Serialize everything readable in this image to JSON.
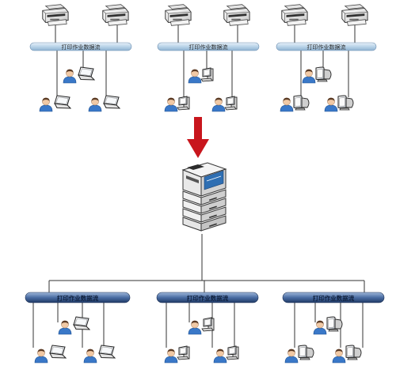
{
  "top_groups": [
    {
      "bus_label": "打印作业数据流",
      "client_type": "laptop"
    },
    {
      "bus_label": "打印作业数据流",
      "client_type": "pc"
    },
    {
      "bus_label": "打印作业数据流",
      "client_type": "crt"
    }
  ],
  "bottom_groups": [
    {
      "bus_label": "打印作业数据流",
      "client_type": "laptop"
    },
    {
      "bus_label": "打印作业数据流",
      "client_type": "pc"
    },
    {
      "bus_label": "打印作业数据流",
      "client_type": "crt"
    }
  ],
  "icons": {
    "small_printer": "printer-icon",
    "central_printer": "color-laser-printer-icon",
    "arrow": "down-arrow-icon",
    "user": "user-icon"
  },
  "colors": {
    "arrow": "#c8161d",
    "top_bus": "#b9d3e8",
    "bottom_bus": "#3d5f95",
    "user_body": "#3a78c8",
    "wire": "#333333"
  }
}
